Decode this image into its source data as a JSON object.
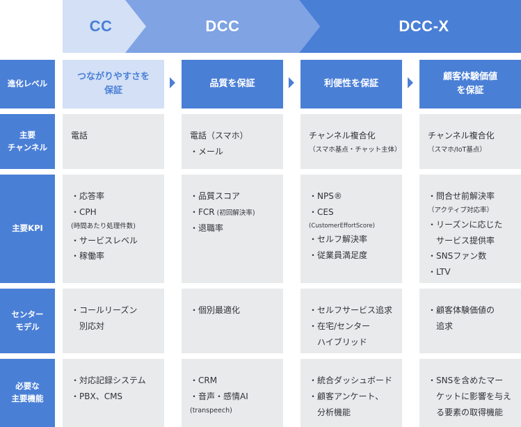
{
  "stages": [
    "CC",
    "DCC",
    "DCC-X"
  ],
  "rows": {
    "level": "進化レベル",
    "channel": [
      "主要",
      "チャンネル"
    ],
    "kpi": "主要KPI",
    "model": [
      "センター",
      "モデル"
    ],
    "function": [
      "必要な",
      "主要機能"
    ]
  },
  "levels": [
    [
      "つながりやすさを",
      "保証"
    ],
    [
      "品質を保証"
    ],
    [
      "利便性を保証"
    ],
    [
      "顧客体験価値",
      "を保証"
    ]
  ],
  "channels": [
    {
      "lines": [
        "電話"
      ]
    },
    {
      "lines": [
        "電話（スマホ）",
        "・メール"
      ]
    },
    {
      "lines": [
        "チャンネル複合化"
      ],
      "sub": "（スマホ基点・チャット主体）"
    },
    {
      "lines": [
        "チャンネル複合化"
      ],
      "sub": "（スマホ/IoT基点）"
    }
  ],
  "kpis": [
    [
      {
        "t": "・応答率"
      },
      {
        "t": "・CPH"
      },
      {
        "t": "(時間あたり処理件数)",
        "s": true
      },
      {
        "t": "・サービスレベル"
      },
      {
        "t": "・稼働率"
      }
    ],
    [
      {
        "t": "・品質スコア"
      },
      {
        "t": "・FCR",
        "tail": " (初回解決率)"
      },
      {
        "t": "・退職率"
      }
    ],
    [
      {
        "t": "・NPS®"
      },
      {
        "t": "・CES"
      },
      {
        "t": "(CustomerEffortScore)",
        "s": true
      },
      {
        "t": "・セルフ解決率"
      },
      {
        "t": "・従業員満足度"
      }
    ],
    [
      {
        "t": "・問合せ前解決率"
      },
      {
        "t": "（アクティブ対応率）",
        "s": true
      },
      {
        "t": "・リーズンに応じた"
      },
      {
        "t": "　サービス提供率"
      },
      {
        "t": "・SNSファン数"
      },
      {
        "t": "・LTV"
      }
    ]
  ],
  "models": [
    [
      "・コールリーズン",
      "　別応対"
    ],
    [
      "・個別最適化"
    ],
    [
      "・セルフサービス追求",
      "・在宅/センター",
      "　ハイブリッド"
    ],
    [
      "・顧客体験価値の",
      "　追求"
    ]
  ],
  "functions": [
    [
      {
        "t": "・対応記録システム"
      },
      {
        "t": "・PBX、CMS"
      }
    ],
    [
      {
        "t": "・CRM"
      },
      {
        "t": "・音声・感情AI"
      },
      {
        "t": "(transpeech)",
        "s": true
      }
    ],
    [
      {
        "t": "・統合ダッシュボード"
      },
      {
        "t": "・顧客アンケート、"
      },
      {
        "t": "　分析機能"
      }
    ],
    [
      {
        "t": "・SNSを含めたマー"
      },
      {
        "t": "　ケットに影響を与え"
      },
      {
        "t": "　る要素の取得機能"
      }
    ]
  ],
  "colors": {
    "primary": "#4a7fd6",
    "light": "#d3e0f6",
    "cell": "#e9eaec"
  }
}
